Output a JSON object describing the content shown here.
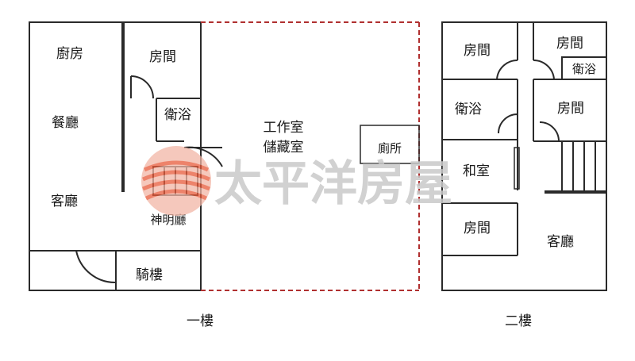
{
  "floor1": {
    "caption": "一樓",
    "rooms": {
      "kitchen": "廚房",
      "dining": "餐廳",
      "living": "客廳",
      "bedroom": "房間",
      "bathroom": "衛浴",
      "shrine_hall": "神明廳",
      "arcade": "騎樓",
      "studio_line1": "工作室",
      "studio_line2": "儲藏室",
      "toilet": "廁所"
    }
  },
  "floor2": {
    "caption": "二樓",
    "rooms": {
      "bedroom_top_left": "房間",
      "bedroom_top_right": "房間",
      "bath_top_right": "衛浴",
      "bath_left": "衛浴",
      "bedroom_mid_right": "房間",
      "tatami_room": "和室",
      "bedroom_bottom_left": "房間",
      "living": "客廳"
    }
  },
  "watermark": {
    "text": "太平洋房屋",
    "logo_colors": [
      "#e85a3a",
      "#f2b6a6"
    ]
  },
  "colors": {
    "wall": "#2a2a2a",
    "dashed_boundary": "#b03030"
  }
}
